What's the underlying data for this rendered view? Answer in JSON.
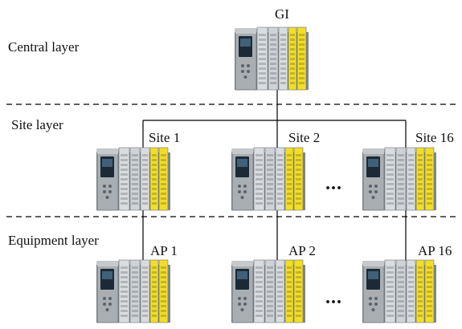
{
  "layers": {
    "central": "Central layer",
    "site": "Site layer",
    "equipment": "Equipment layer"
  },
  "nodes": {
    "gi": "GI",
    "sites": [
      "Site 1",
      "Site 2",
      "Site 16"
    ],
    "aps": [
      "AP 1",
      "AP 2",
      "AP 16"
    ]
  },
  "ellipsis": "...",
  "colors": {
    "line": "#000000",
    "plc_body": "#a9aeb3",
    "plc_module_light": "#d9dde0",
    "plc_module_yellow": "#f2dd27",
    "screen": "#1d2a35"
  }
}
